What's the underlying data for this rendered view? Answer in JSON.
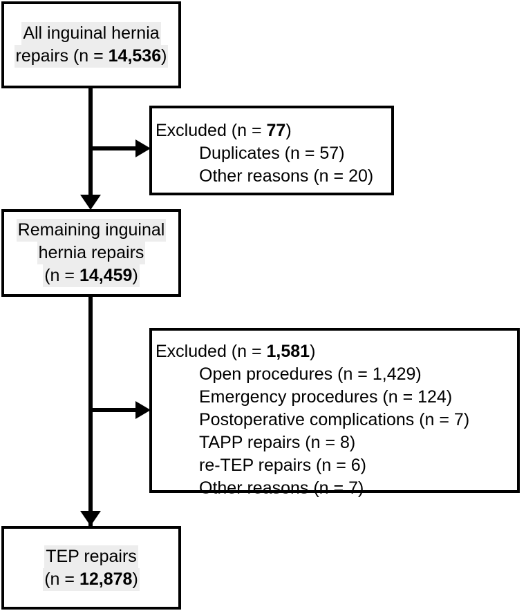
{
  "diagram": {
    "type": "flowchart",
    "title": "Inguinal hernia repair patient selection flow",
    "colors": {
      "border": "#000000",
      "background": "#ffffff",
      "text": "#000000",
      "text_highlight": "#ededed"
    },
    "nodes": {
      "all_repairs": {
        "line1": "All inguinal hernia",
        "line2_prefix": "repairs (n = ",
        "line2_value": "14,536",
        "line2_suffix": ")"
      },
      "remaining_repairs": {
        "line1": "Remaining inguinal",
        "line2": "hernia repairs",
        "line3_prefix": "(n = ",
        "line3_value": "14,459",
        "line3_suffix": ")"
      },
      "tep_repairs": {
        "line1": "TEP repairs",
        "line2_prefix": "(n = ",
        "line2_value": "12,878",
        "line2_suffix": ")"
      },
      "excluded_first": {
        "head_prefix": "Excluded (n = ",
        "head_value": "77",
        "head_suffix": ")",
        "items": [
          "Duplicates (n = 57)",
          "Other reasons (n = 20)"
        ]
      },
      "excluded_second": {
        "head_prefix": "Excluded (n = ",
        "head_value": "1,581",
        "head_suffix": ")",
        "items": [
          "Open procedures (n = 1,429)",
          "Emergency procedures (n = 124)",
          "Postoperative complications (n = 7)",
          "TAPP repairs (n = 8)",
          "re-TEP repairs (n = 6)",
          "Other reasons (n = 7)"
        ]
      }
    }
  }
}
